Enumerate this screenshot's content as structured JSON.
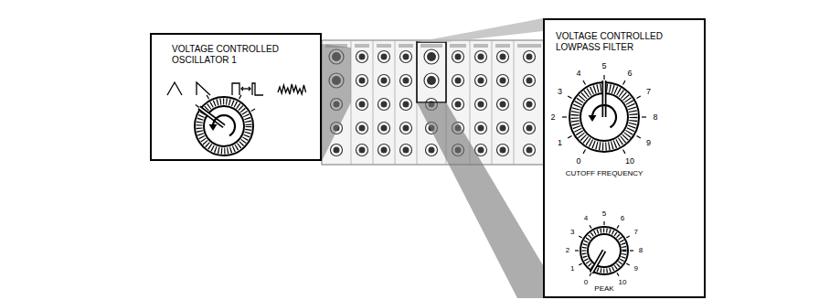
{
  "diagram": {
    "nodes": [
      {
        "text": [
          "VOLTAGE CONTROLLED OSCILLATOR 1"
        ]
      },
      {
        "text": [
          "VOLTAGE CONTROLLED LOWPASS FILTER"
        ]
      }
    ],
    "labels": [
      "0",
      "1",
      "2",
      "3",
      "4",
      "5",
      "6",
      "7",
      "8",
      "9",
      "10",
      "CUTOFF FREQUENCY",
      "0",
      "1",
      "2",
      "3",
      "4",
      "5",
      "6",
      "7",
      "8",
      "9",
      "10",
      "PEAK"
    ]
  }
}
